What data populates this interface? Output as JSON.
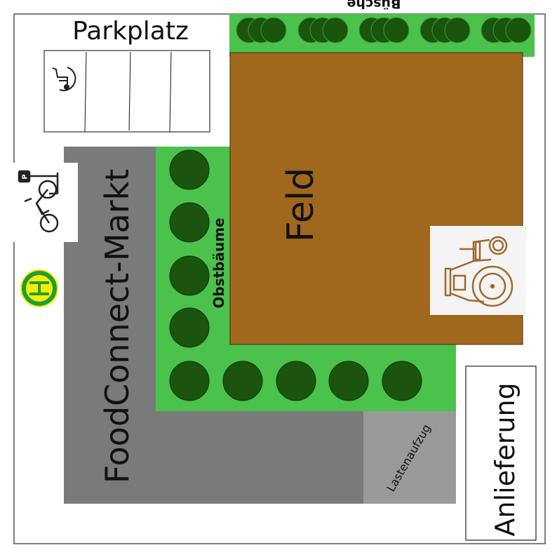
{
  "labels": {
    "parking": "Parkplatz",
    "bushes": "Büsche",
    "field": "Feld",
    "market": "FoodConnect-Markt",
    "fruit_trees": "Obstbäume",
    "cargo_lift": "Lastenaufzug",
    "delivery": "Anlieferung"
  },
  "icons": [
    "wheelchair-icon",
    "bike-parking-icon",
    "bus-stop-icon",
    "tractor-icon"
  ],
  "colors": {
    "green": "#4bc24b",
    "tree": "#1a540d",
    "field": "#a0681c",
    "market": "#7a7a7a",
    "lift": "#9a9a9a",
    "bus_stop_ring": "#1f9d3a",
    "bus_stop_fill": "#f6ee00"
  }
}
